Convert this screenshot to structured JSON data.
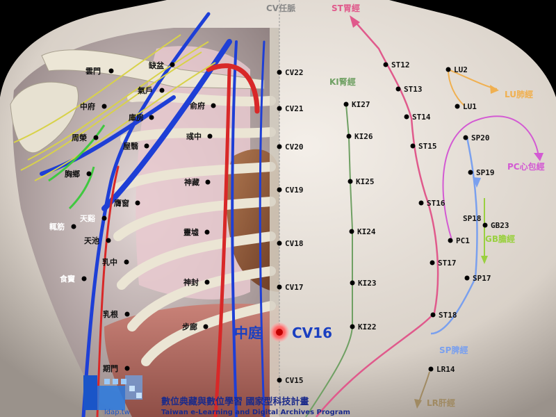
{
  "colors": {
    "stomach": "#e05a8c",
    "kidney": "#6fa063",
    "lung": "#f0b050",
    "pericardium": "#d35ad3",
    "spleen": "#7aa0ee",
    "gallbladder": "#9ad040",
    "liver": "#a08a62",
    "conception": "#777777",
    "highlight": "#1a3fc0"
  },
  "meridians": {
    "cv": "CV任脈",
    "st": "ST胃經",
    "ki": "KI腎經",
    "lu": "LU肺經",
    "pc": "PC心包經",
    "gb": "GB膽經",
    "sp": "SP脾經",
    "lr": "LR肝經"
  },
  "cv_points": [
    "CV22",
    "CV21",
    "CV20",
    "CV19",
    "CV18",
    "CV17",
    "CV15"
  ],
  "st_points": [
    "ST12",
    "ST13",
    "ST14",
    "ST15",
    "ST16",
    "ST17",
    "ST18"
  ],
  "ki_points": [
    "KI27",
    "KI26",
    "KI25",
    "KI24",
    "KI23",
    "KI22"
  ],
  "lu_points": [
    "LU2",
    "LU1"
  ],
  "sp_points": [
    "SP20",
    "SP19",
    "SP18",
    "SP17"
  ],
  "other_points": {
    "gb": "GB23",
    "pc": "PC1",
    "lr": "LR14"
  },
  "highlight": {
    "chinese": "中庭",
    "code": "CV16"
  },
  "left_labels": {
    "yunmen": "雲門",
    "quepen": "缺盆",
    "qihu": "氣戶",
    "zhongfu": "中府",
    "kufang": "庫房",
    "shufu": "俞府",
    "yuzhong": "彧中",
    "zhourong": "周榮",
    "wuyi": "屋翳",
    "xiongxiang": "胸鄉",
    "shencang": "神藏",
    "yingchuang": "膺窗",
    "tianxi": "天谿",
    "zhejin": "輒筋",
    "lingxu": "靈墟",
    "tianchi": "天池",
    "ruzhong": "乳中",
    "shifu": "食竇",
    "shenfeng": "神封",
    "rugen": "乳根",
    "bulang": "步廊",
    "qimen": "期門"
  },
  "footer": {
    "line1": "數位典藏與數位學習 國家型科技計畫",
    "line2": "Taiwan e-Learning and Digital Archives Program",
    "site": "ldap.tw"
  }
}
